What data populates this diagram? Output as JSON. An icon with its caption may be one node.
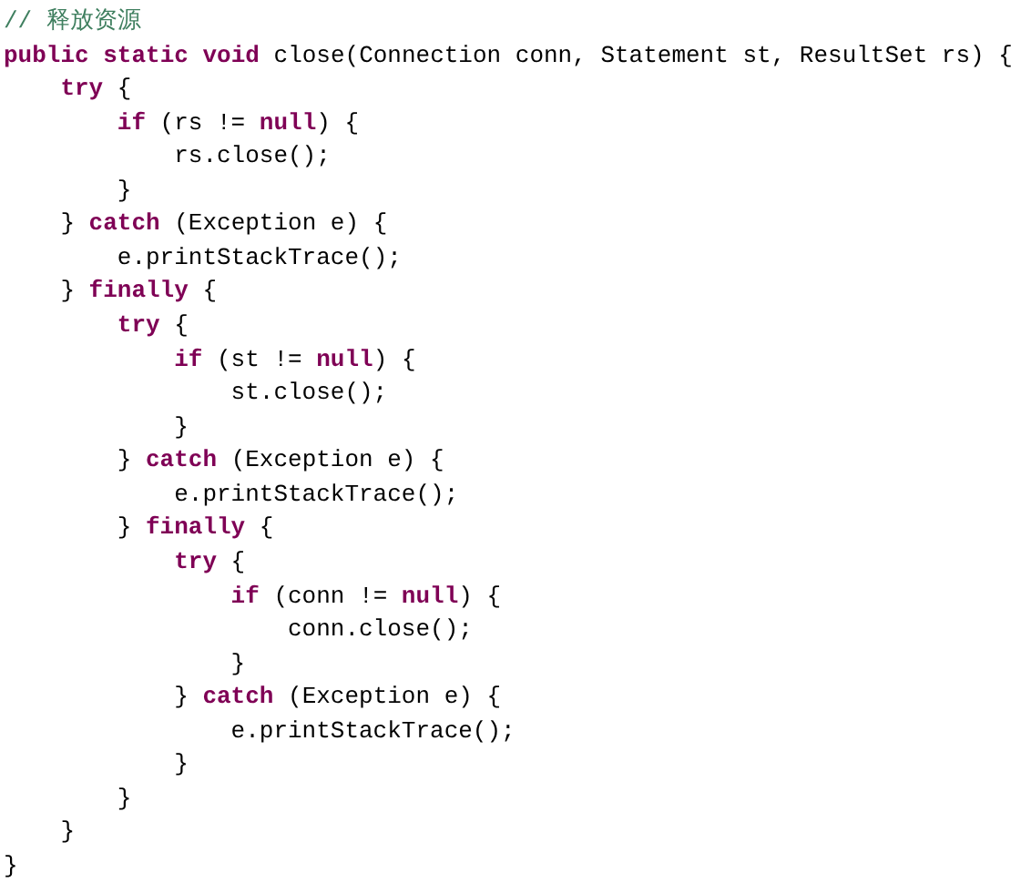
{
  "diagram": {
    "labels": [
      "// 释放资源",
      "**public** **static** **void** close(Connection conn, Statement st, ResultSet rs) {",
      "**try** {",
      "**if** (rs != **null**) {",
      "rs.close();",
      "}",
      "} **catch** (Exception e) {",
      "e.printStackTrace();",
      "} **finally** {",
      "**try** {",
      "**if** (st != **null**) {",
      "st.close();",
      "}",
      "} **catch** (Exception e) {",
      "e.printStackTrace();",
      "} **finally** {",
      "**try** {",
      "**if** (conn != **null**) {",
      "conn.close();",
      "}",
      "} **catch** (Exception e) {",
      "e.printStackTrace();",
      "}",
      "}",
      "}",
      "}"
    ]
  }
}
